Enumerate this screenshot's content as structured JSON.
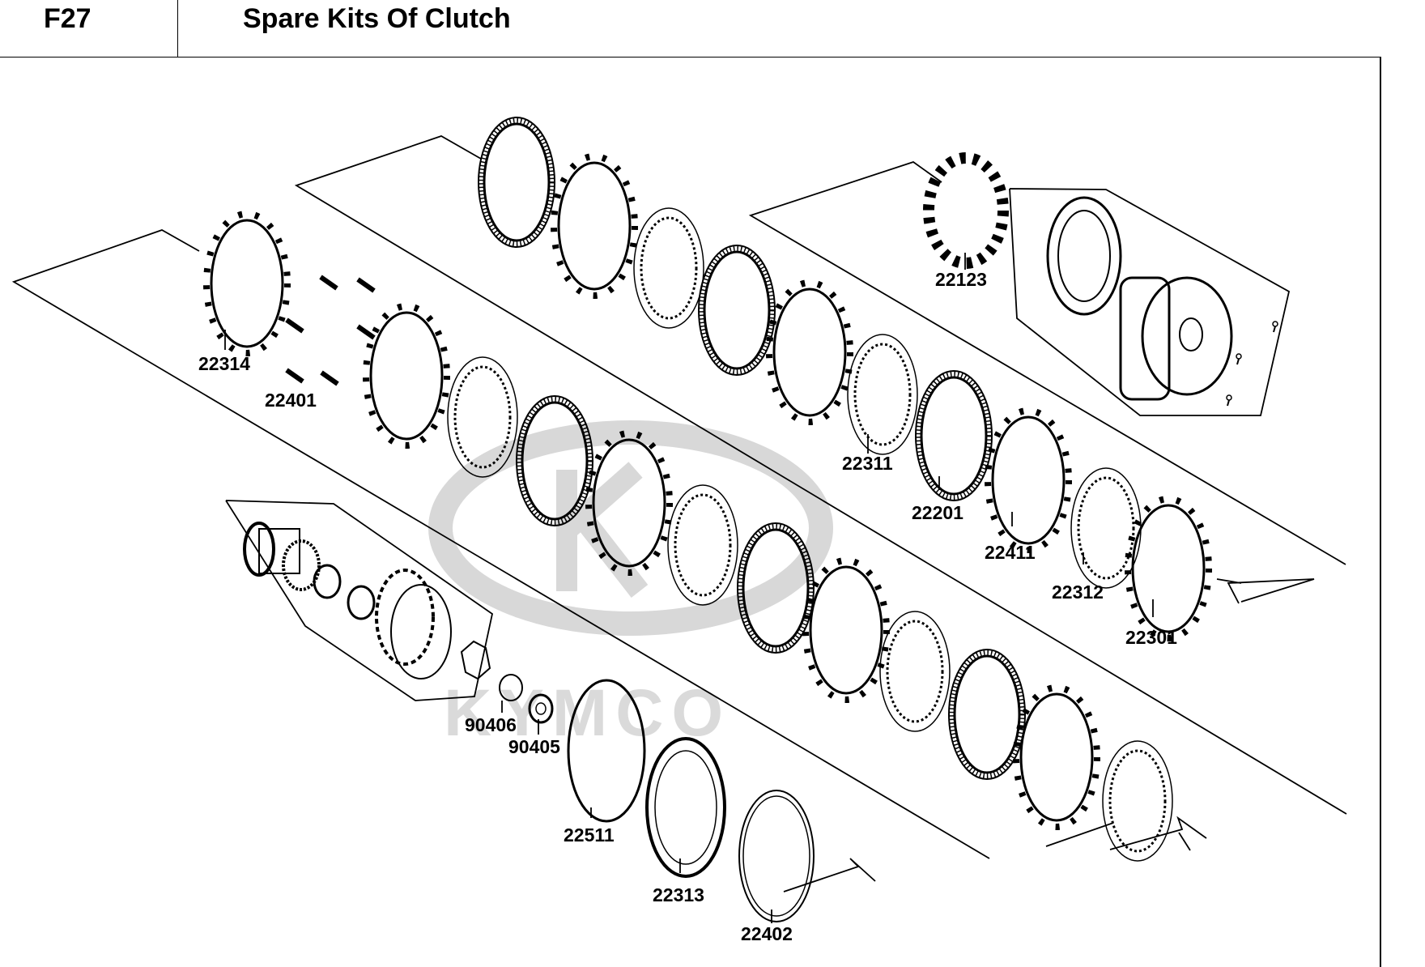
{
  "header": {
    "code": "F27",
    "title": "Spare Kits Of Clutch"
  },
  "watermark": {
    "brand": "KYMCO",
    "color": "#d8d8d8"
  },
  "callouts": [
    {
      "id": "22123"
    },
    {
      "id": "22314"
    },
    {
      "id": "22401"
    },
    {
      "id": "22311"
    },
    {
      "id": "22201"
    },
    {
      "id": "22411"
    },
    {
      "id": "22312"
    },
    {
      "id": "22301"
    },
    {
      "id": "90406"
    },
    {
      "id": "90405"
    },
    {
      "id": "22511"
    },
    {
      "id": "22313"
    },
    {
      "id": "22402"
    }
  ]
}
